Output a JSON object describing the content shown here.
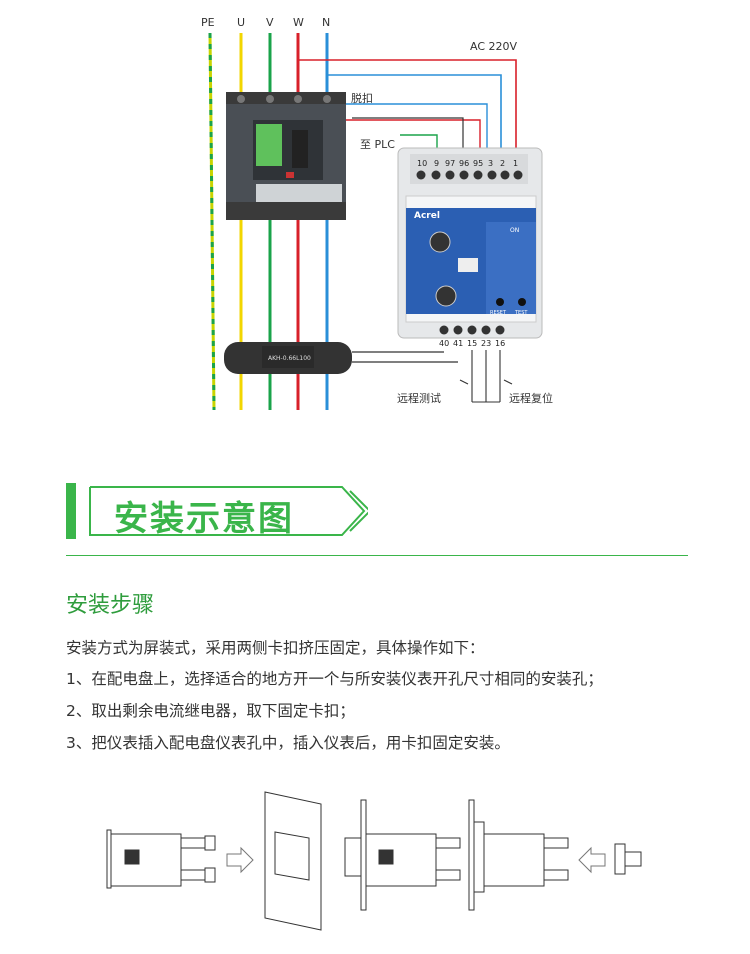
{
  "wiring": {
    "phase_labels": [
      "PE",
      "U",
      "V",
      "W",
      "N"
    ],
    "ac_label": "AC 220V",
    "trip_label": "脱扣",
    "plc_label": "至 PLC",
    "terminals_top": [
      "10",
      "9",
      "97",
      "96",
      "95",
      "3",
      "2",
      "1"
    ],
    "terminals_bottom": [
      "40",
      "41",
      "15",
      "23",
      "16"
    ],
    "remote_test": "远程测试",
    "remote_reset": "远程复位",
    "ct_model": "AKH-0.66L100",
    "brand": "Acrel",
    "btn_reset": "RESET",
    "btn_test": "TEST",
    "on_label": "ON"
  },
  "header": {
    "title": "安装示意图"
  },
  "steps": {
    "title": "安装步骤",
    "intro": "安装方式为屏装式，采用两侧卡扣挤压固定，具体操作如下：",
    "items": [
      "1、在配电盘上，选择适合的地方开一个与所安装仪表开孔尺寸相同的安装孔；",
      "2、取出剩余电流继电器，取下固定卡扣；",
      "3、把仪表插入配电盘仪表孔中，插入仪表后，用卡扣固定安装。"
    ]
  },
  "colors": {
    "accent": "#3ab54a",
    "pe": "#c8d400",
    "u": "#f2d600",
    "v": "#1aa34a",
    "w": "#d8202a",
    "n": "#2a8fd8"
  }
}
